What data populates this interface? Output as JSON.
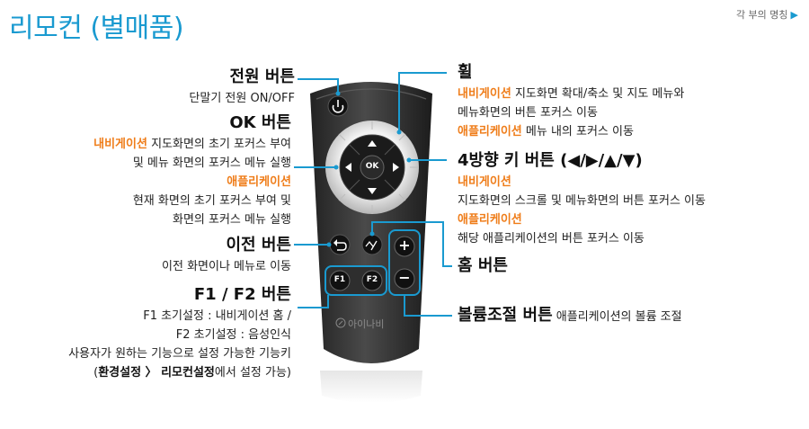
{
  "header": {
    "title": "리모컨 (별매품)",
    "nav_link": "각 부의 명칭"
  },
  "icons": {
    "arrow": "triangle-right-icon",
    "power": "power-icon",
    "back": "back-arrow-icon",
    "home": "home-icon",
    "plus": "plus-icon",
    "minus": "minus-icon"
  },
  "colors": {
    "accent": "#1a9ad0",
    "highlight": "#ef7d1a"
  },
  "remote": {
    "ok_label": "OK",
    "f1_label": "F1",
    "f2_label": "F2",
    "plus_label": "+",
    "minus_label": "−",
    "brand": "아이나비"
  },
  "callouts": {
    "power": {
      "title": "전원 버튼",
      "desc": "단말기 전원 ON/OFF"
    },
    "ok": {
      "title": "OK 버튼",
      "nav_label": "내비게이션",
      "nav_desc1": " 지도화면의 초기 포커스 부여",
      "nav_desc2": "및 메뉴 화면의 포커스 메뉴 실행",
      "app_label": "애플리케이션",
      "app_desc1": "현재 화면의 초기 포커스 부여 및",
      "app_desc2": "화면의 포커스 메뉴 실행"
    },
    "back": {
      "title": "이전 버튼",
      "desc": "이전 화면이나 메뉴로 이동"
    },
    "fkeys": {
      "title": "F1 / F2 버튼",
      "line1": "F1 초기설정 : 내비게이션 홈 /",
      "line2": "F2 초기설정 : 음성인식",
      "line3": "사용자가 원하는 기능으로 설정 가능한 기능키",
      "open": "(",
      "path": "환경설정 〉 리모컨설정",
      "close": "에서 설정 가능)"
    },
    "wheel": {
      "title": "휠",
      "nav_label": "내비게이션",
      "nav_desc1": " 지도화면 확대/축소 및 지도 메뉴와",
      "nav_desc2": "메뉴화면의 버튼 포커스 이동",
      "app_label": "애플리케이션",
      "app_desc": " 메뉴 내의 포커스 이동"
    },
    "dpad": {
      "title": "4방향 키 버튼 (◀/▶/▲/▼)",
      "nav_label": "내비게이션",
      "nav_desc": "지도화면의 스크롤 및 메뉴화면의 버튼 포커스 이동",
      "app_label": "애플리케이션",
      "app_desc": "해당 애플리케이션의 버튼 포커스 이동"
    },
    "home": {
      "title": "홈 버튼"
    },
    "volume": {
      "title": "볼륨조절 버튼",
      "desc": " 애플리케이션의 볼륨 조절"
    }
  }
}
